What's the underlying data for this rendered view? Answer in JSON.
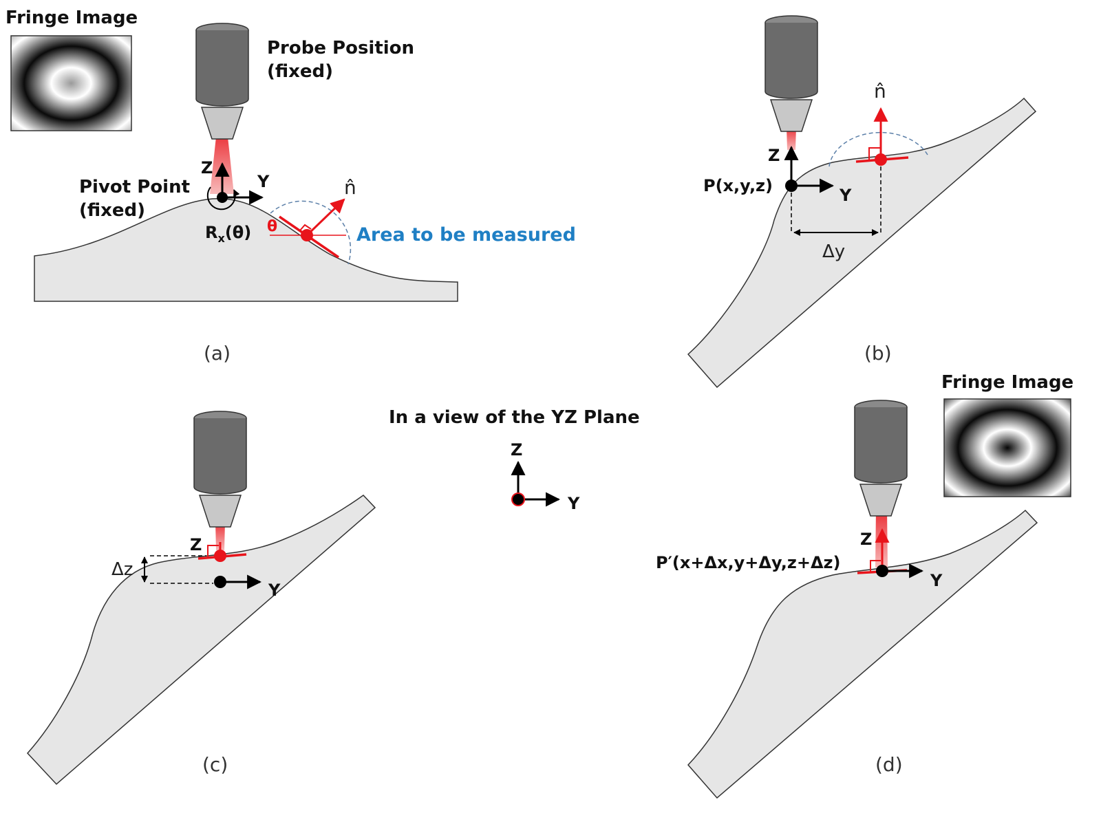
{
  "labels": {
    "fringe_image_a": "Fringe Image",
    "probe_position_l1": "Probe Position",
    "probe_position_l2": "(fixed)",
    "pivot_point_l1": "Pivot Point",
    "pivot_point_l2": "(fixed)",
    "rx_main": "R",
    "rx_sub": "x",
    "rx_theta": "(θ)",
    "theta": "θ",
    "n_hat": "n̂",
    "area_to_be_measured": "Area to be measured",
    "z": "Z",
    "y": "Y",
    "p_point": "P(x,y,z)",
    "delta_y": "Δy",
    "delta_z": "Δz",
    "yz_plane": "In a view of the YZ Plane",
    "fringe_image_d": "Fringe Image",
    "p_prime": "P′(x+Δx,y+Δy,z+Δz)"
  },
  "captions": {
    "a": "(a)",
    "b": "(b)",
    "c": "(c)",
    "d": "(d)"
  },
  "colors": {
    "axis": "#000000",
    "highlight": "#e8141b",
    "beam": "#f06b6b",
    "specimen_fill": "#e6e6e6",
    "probe_body": "#6b6b6b",
    "probe_tip": "#c8c8c8",
    "note_blue": "#1f7fc4",
    "dashed_arc": "#5b7fa8"
  },
  "icons": {
    "probe": "microscope-objective-icon",
    "rotation": "rotation-arrow-icon",
    "fringe": "fringe-pattern-icon"
  }
}
